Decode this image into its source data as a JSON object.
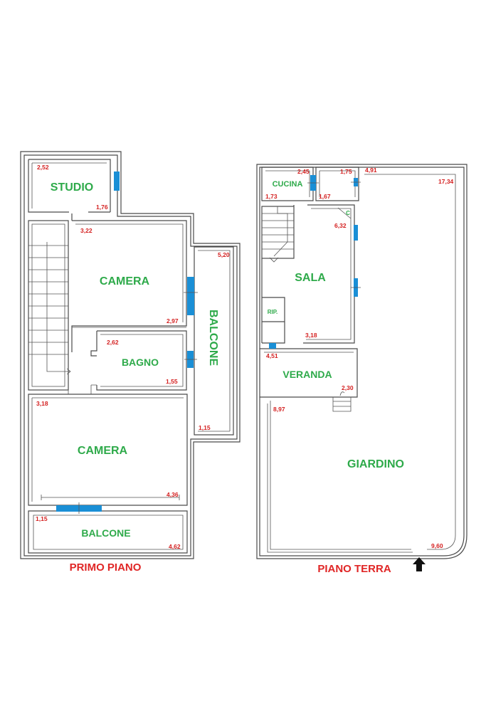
{
  "floors": {
    "first": {
      "label": "PRIMO PIANO",
      "rooms": {
        "studio": "STUDIO",
        "camera_top": "CAMERA",
        "bagno": "BAGNO",
        "balcone_side": "BALCONE",
        "camera_bottom": "CAMERA",
        "balcone_bottom": "BALCONE"
      },
      "dims": {
        "studio_a": "2,52",
        "studio_b": "1,76",
        "camera_top_a": "3,22",
        "camera_top_b": "2,97",
        "bagno_a": "2,62",
        "bagno_b": "1,55",
        "balcone_side_a": "5,20",
        "balcone_side_b": "1,15",
        "camera_bottom_a": "3,18",
        "camera_bottom_b": "4,36",
        "balcone_bottom_a": "1,15",
        "balcone_bottom_b": "4,62"
      }
    },
    "ground": {
      "label": "PIANO TERRA",
      "rooms": {
        "cucina": "CUCINA",
        "sala": "SALA",
        "rip": "RIP.",
        "c": "C",
        "veranda": "VERANDA",
        "giardino": "GIARDINO"
      },
      "dims": {
        "cucina_a": "2,45",
        "cucina_b": "1,73",
        "room2_a": "1,75",
        "room2_b": "1,67",
        "garden_top": "4,91",
        "garden_right": "17,34",
        "sala_a": "6,32",
        "sala_b": "3,18",
        "veranda_a": "4,51",
        "veranda_b": "2,30",
        "giardino_a": "8,97",
        "giardino_b": "9,60"
      }
    }
  },
  "colors": {
    "room_label": "#2eaa4a",
    "dimension": "#d42020",
    "floor_label": "#e02626",
    "window": "#1a8fd6",
    "wall": "#4a4a4a"
  }
}
